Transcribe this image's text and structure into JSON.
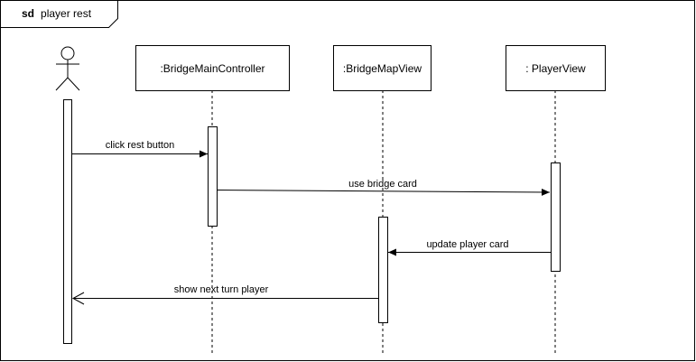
{
  "frame": {
    "keyword": "sd",
    "name": "player rest"
  },
  "participants": [
    {
      "id": "actor",
      "kind": "actor",
      "label": ""
    },
    {
      "id": "controller",
      "kind": "object",
      "label": ":BridgeMainController"
    },
    {
      "id": "mapview",
      "kind": "object",
      "label": ":BridgeMapView"
    },
    {
      "id": "playerview",
      "kind": "object",
      "label": ": PlayerView"
    }
  ],
  "messages": [
    {
      "from": "actor",
      "to": "controller",
      "label": "click rest button",
      "style": "sync"
    },
    {
      "from": "controller",
      "to": "playerview",
      "label": "use bridge card",
      "style": "sync"
    },
    {
      "from": "playerview",
      "to": "mapview",
      "label": "update player card",
      "style": "sync"
    },
    {
      "from": "mapview",
      "to": "actor",
      "label": "show next turn player",
      "style": "open"
    }
  ],
  "colors": {
    "line": "#000000",
    "background": "#ffffff"
  }
}
